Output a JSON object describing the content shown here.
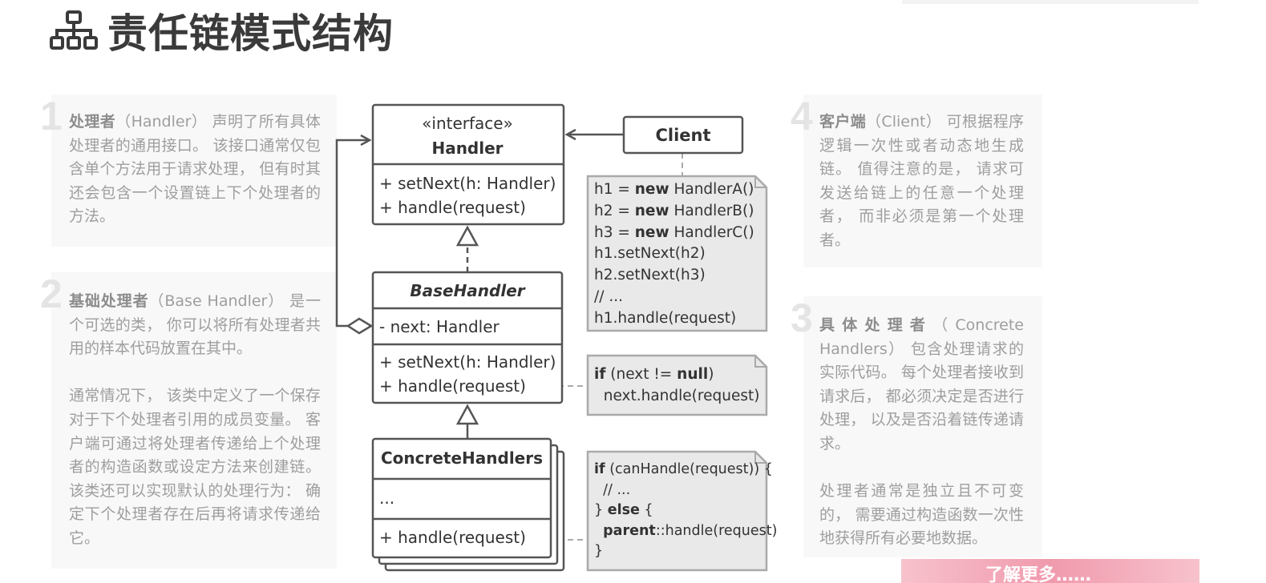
{
  "title": "责任链模式结构",
  "icons": {
    "title_icon": "hierarchy-icon"
  },
  "descriptions": {
    "d1": {
      "number": "1",
      "term": "处理者",
      "paragraphs": [
        "（Handler） 声明了所有具体处理者的通用接口。 该接口通常仅包含单个方法用于请求处理， 但有时其还会包含一个设置链上下个处理者的方法。"
      ]
    },
    "d2": {
      "number": "2",
      "term": "基础处理者",
      "paragraphs": [
        "（Base Handler） 是一个可选的类， 你可以将所有处理者共用的样本代码放置在其中。",
        "通常情况下， 该类中定义了一个保存对于下个处理者引用的成员变量。 客户端可通过将处理者传递给上个处理者的构造函数或设定方法来创建链。 该类还可以实现默认的处理行为： 确定下个处理者存在后再将请求传递给它。"
      ]
    },
    "d3": {
      "number": "3",
      "term": "具体处理者",
      "paragraphs": [
        "（Concrete Handlers） 包含处理请求的实际代码。 每个处理者接收到请求后， 都必须决定是否进行处理， 以及是否沿着链传递请求。",
        "处理者通常是独立且不可变的， 需要通过构造函数一次性地获得所有必要地数据。"
      ]
    },
    "d4": {
      "number": "4",
      "term": "客户端",
      "paragraphs": [
        "（Client） 可根据程序逻辑一次性或者动态地生成链。 值得注意的是， 请求可发送给链上的任意一个处理者， 而非必须是第一个处理者。"
      ]
    }
  },
  "diagram": {
    "handler": {
      "stereotype": "«interface»",
      "name": "Handler",
      "methods": [
        "+ setNext(h: Handler)",
        "+ handle(request)"
      ]
    },
    "client": {
      "name": "Client"
    },
    "base_handler": {
      "name": "BaseHandler",
      "fields": [
        "- next: Handler"
      ],
      "methods": [
        "+ setNext(h: Handler)",
        "+ handle(request)"
      ]
    },
    "concrete": {
      "name": "ConcreteHandlers",
      "body": "...",
      "methods": [
        "+ handle(request)"
      ]
    },
    "notes": {
      "client_note": [
        "h1 = |new| HandlerA()",
        "h2 = |new| HandlerB()",
        "h3 = |new| HandlerC()",
        "h1.setNext(h2)",
        "h2.setNext(h3)",
        "// ...",
        "h1.handle(request)"
      ],
      "base_note": [
        "|if| (next != |null|)",
        "  next.handle(request)"
      ],
      "concrete_note": [
        "|if| (canHandle(request)) {",
        "  // ...",
        "} |else| {",
        "  |parent|::handle(request)",
        "}"
      ]
    }
  },
  "footer": {
    "link_text": "了解更多……"
  }
}
